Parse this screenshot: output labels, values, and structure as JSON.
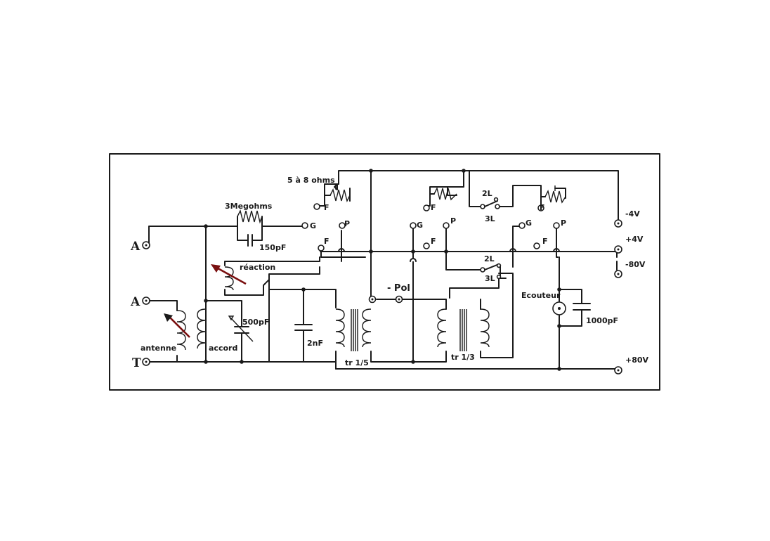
{
  "terminals": {
    "a1": "A",
    "a2": "A",
    "t": "T",
    "g1": "G",
    "p1": "P",
    "f1a": "F",
    "f1b": "F",
    "g2": "G",
    "p2": "P",
    "f2a": "F",
    "f2b": "F",
    "g3": "G",
    "p3": "P",
    "f3a": "F",
    "f3b": "F"
  },
  "supply": {
    "minus4": "-4V",
    "plus4": "+4V",
    "minus80": "-80V",
    "plus80": "+80V"
  },
  "components": {
    "grid_leak": "3Megohms",
    "grid_cap": "150pF",
    "rheostat": "5 à 8 ohms",
    "reaction": "réaction",
    "antenna_coil": "antenne",
    "tuning_coil": "accord",
    "tuning_cap": "500pF",
    "bypass_cap": "2nF",
    "transformer1": "tr 1/5",
    "transformer2": "tr 1/3",
    "bias": "- Pol",
    "earphone": "Ecouteur",
    "earphone_cap": "1000pF",
    "switch_2l_a": "2L",
    "switch_3l_a": "3L",
    "switch_2l_b": "2L",
    "switch_3l_b": "3L"
  },
  "colors": {
    "ink": "#1a1a1a",
    "reaction_arrow": "#7a1010"
  }
}
